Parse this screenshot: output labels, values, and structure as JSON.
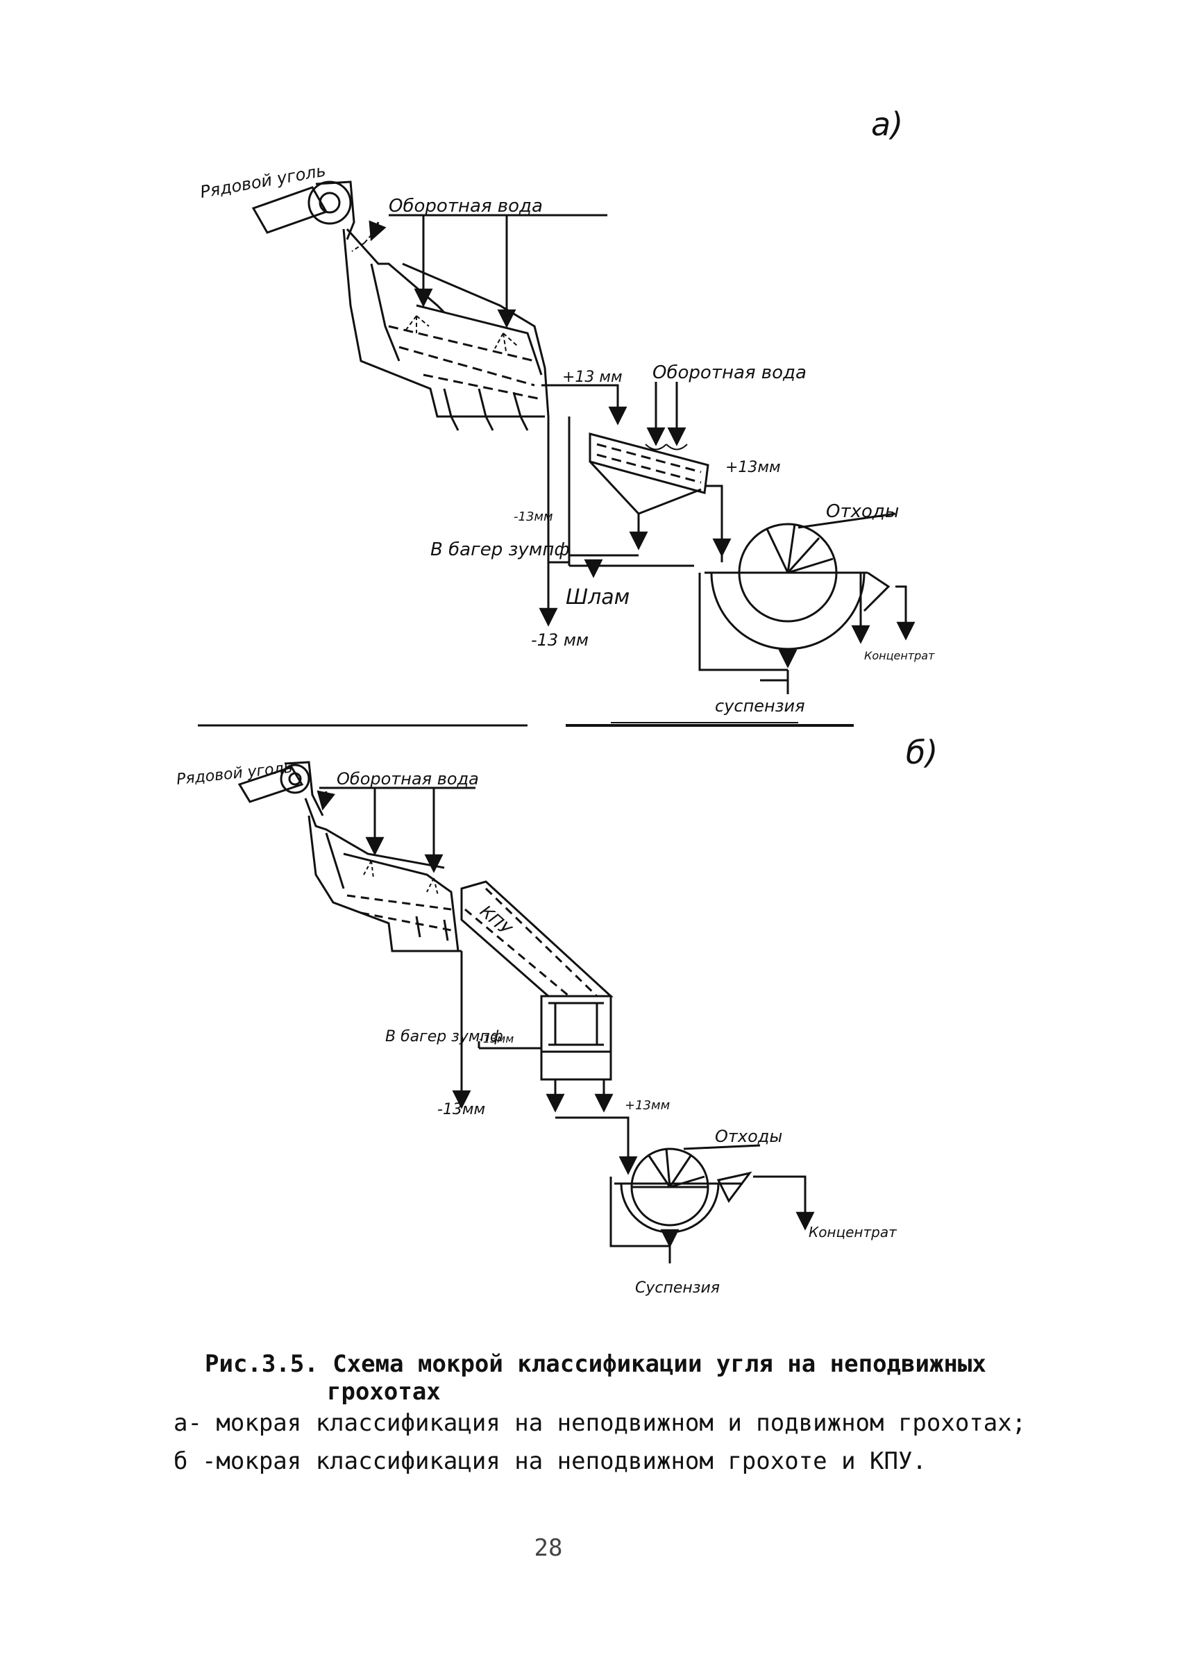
{
  "diagram_a": {
    "panel_label": "a)",
    "feed": "Рядовой уголь",
    "water1": "Оборотная вода",
    "water2": "Оборотная вода",
    "plus13_1": "+13 мм",
    "plus13_2": "+13мм",
    "minus13_small": "-13мм",
    "sump": "В багер зумпф",
    "sludge": "Шлам",
    "minus13": "-13 мм",
    "waste": "Отходы",
    "concentrate": "Концентрат",
    "suspension": "суспензия"
  },
  "diagram_b": {
    "panel_label": "б)",
    "feed": "Рядовой уголь",
    "water": "Оборотная вода",
    "kpu": "КПУ",
    "sump": "В багер зумпф",
    "minus13_small": "-13мм",
    "minus13": "-13мм",
    "plus13": "+13мм",
    "waste": "Отходы",
    "concentrate": "Концентрат",
    "suspension": "Суспензия"
  },
  "caption": {
    "title_line1": "Рис.3.5. Схема мокрой классификации угля на неподвижных",
    "title_line2": "грохотах",
    "legend_a": "а- мокрая классификация на неподвижном и подвижном грохотах;",
    "legend_b": "б -мокрая классификация на неподвижном грохоте и КПУ."
  },
  "page_number": "28"
}
